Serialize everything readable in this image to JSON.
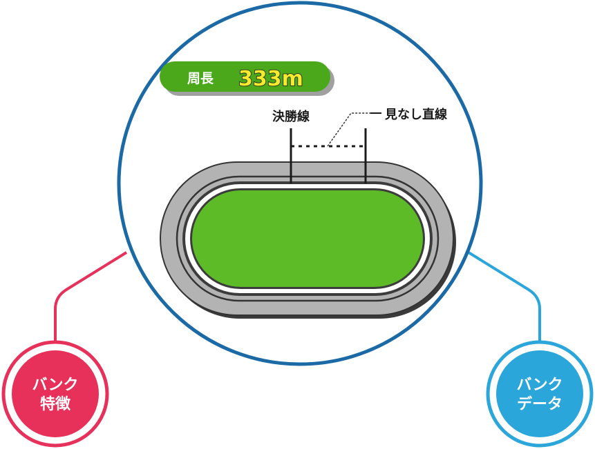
{
  "circumference": {
    "label": "周長",
    "value": "333m"
  },
  "track": {
    "finish_line_label": "決勝線",
    "apparent_straight_label": "見なし直線"
  },
  "buttons": {
    "bank_features": {
      "line1": "バンク",
      "line2": "特徴"
    },
    "bank_data": {
      "line1": "バンク",
      "line2": "データ"
    }
  },
  "colors": {
    "frame_blue": "#1b6aa6",
    "infield_green": "#5cbb27",
    "badge_green": "#4aa81a",
    "value_yellow": "#f5ea2c",
    "features_red": "#e8315a",
    "data_blue": "#2aa6db",
    "track_gray": "#b3b3b3"
  }
}
